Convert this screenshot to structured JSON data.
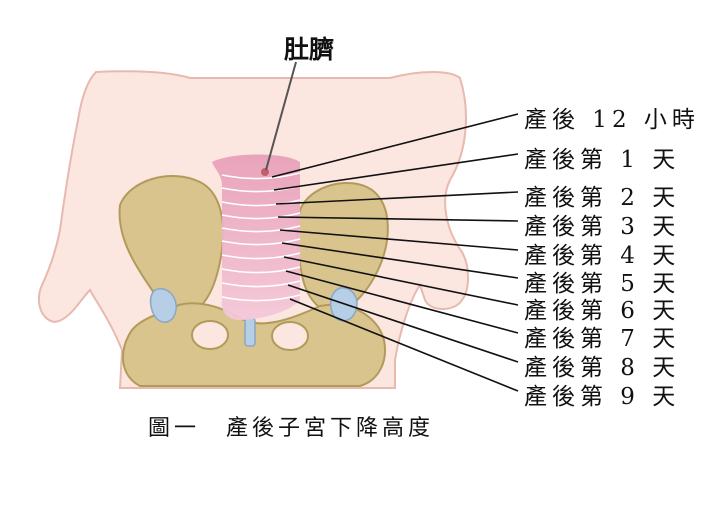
{
  "navel_label": "肚臍",
  "caption": "圖一　產後子宮下降高度",
  "stages": [
    "產後 12 小時",
    "產後第 1 天",
    "產後第 2 天",
    "產後第 3 天",
    "產後第 4 天",
    "產後第 5 天",
    "產後第 6 天",
    "產後第 7 天",
    "產後第 8 天",
    "產後第 9 天"
  ],
  "colors": {
    "skin": "#fbe6e0",
    "skin_outline": "#e8b9ae",
    "bone": "#d8c48c",
    "bone_shadow": "#b29b5a",
    "cartilage": "#b6cfe6",
    "uterus_top": "#e8a0b8",
    "uterus_bottom": "#f4c8d8",
    "leader_line": "#111111"
  }
}
